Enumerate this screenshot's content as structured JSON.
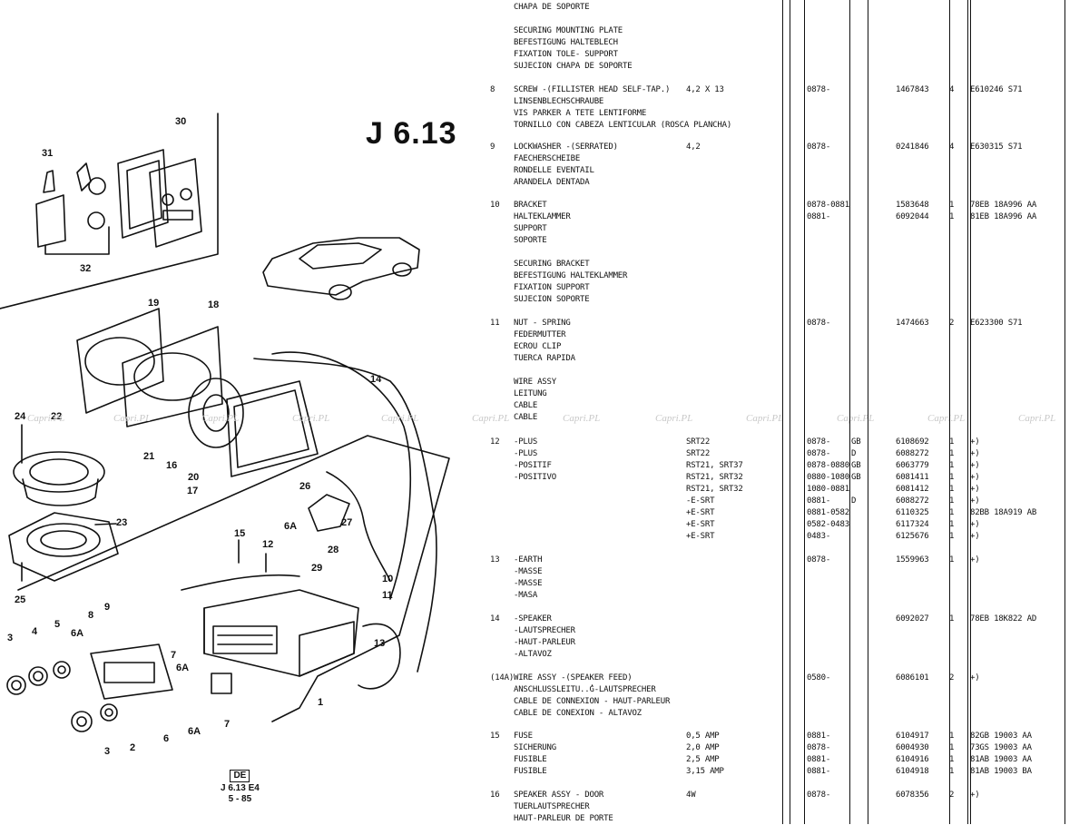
{
  "heading": "J 6.13",
  "callouts": [
    "30",
    "31",
    "32",
    "19",
    "18",
    "14",
    "24",
    "22",
    "21",
    "16",
    "20",
    "17",
    "26",
    "27",
    "23",
    "15",
    "12",
    "6A",
    "28",
    "29",
    "25",
    "10",
    "11",
    "9",
    "8",
    "5",
    "4",
    "3",
    "6A",
    "7",
    "13",
    "6A",
    "1",
    "7",
    "6A",
    "2",
    "6",
    "3"
  ],
  "reference": {
    "box": "DE",
    "line1": "J 6.13  E4",
    "line2": "5 - 85"
  },
  "watermark": "Capri.PL",
  "parts": [
    {
      "no": "",
      "desc": [
        "CHAPA DE SOPORTE",
        "",
        "SECURING MOUNTING PLATE",
        "BEFESTIGUNG HALTEBLECH",
        "FIXATION TOLE- SUPPORT",
        "SUJECION CHAPA DE SOPORTE"
      ],
      "spec": [],
      "date": [],
      "ctry": [],
      "part": [],
      "qty": [],
      "eng": []
    },
    {
      "no": "8",
      "desc": [
        "   SCREW -(FILLISTER HEAD SELF-TAP.)",
        "   LINSENBLECHSCHRAUBE",
        "   VIS PARKER A TETE LENTIFORME",
        "   TORNILLO CON CABEZA LENTICULAR (ROSCA PLANCHA)"
      ],
      "spec": [
        "4,2 X 13"
      ],
      "date": [
        "0878-"
      ],
      "ctry": [],
      "part": [
        "1467843"
      ],
      "qty": [
        "4"
      ],
      "eng": [
        "E610246 S71"
      ]
    },
    {
      "no": "9",
      "desc": [
        "   LOCKWASHER -(SERRATED)",
        "   FAECHERSCHEIBE",
        "   RONDELLE EVENTAIL",
        "   ARANDELA DENTADA"
      ],
      "spec": [
        "4,2"
      ],
      "date": [
        "0878-"
      ],
      "ctry": [],
      "part": [
        "0241846"
      ],
      "qty": [
        "4"
      ],
      "eng": [
        "E630315 S71"
      ]
    },
    {
      "no": "10",
      "desc": [
        "BRACKET",
        "HALTEKLAMMER",
        "SUPPORT",
        "SOPORTE",
        "",
        "SECURING BRACKET",
        "BEFESTIGUNG HALTEKLAMMER",
        "FIXATION SUPPORT",
        "SUJECION SOPORTE"
      ],
      "spec": [],
      "date": [
        "0878-0881",
        "0881-"
      ],
      "ctry": [],
      "part": [
        "1583648",
        "6092044"
      ],
      "qty": [
        "1",
        "1"
      ],
      "eng": [
        "78EB 18A996 AA",
        "81EB 18A996 AA"
      ]
    },
    {
      "no": "11",
      "desc": [
        "   NUT - SPRING",
        "   FEDERMUTTER",
        "   ECROU CLIP",
        "   TUERCA RAPIDA",
        "",
        "WIRE ASSY",
        "LEITUNG",
        "CABLE",
        "CABLE"
      ],
      "spec": [],
      "date": [
        "0878-"
      ],
      "ctry": [],
      "part": [
        "1474663"
      ],
      "qty": [
        "2"
      ],
      "eng": [
        "E623300 S71"
      ]
    },
    {
      "no": "12",
      "desc": [
        "   -PLUS",
        "   -PLUS",
        "   -POSITIF",
        "   -POSITIVO"
      ],
      "spec": [
        "SRT22",
        "SRT22",
        "RST21, SRT37",
        "RST21, SRT32",
        "RST21, SRT32",
        "   -E-SRT",
        "   +E-SRT",
        "   +E-SRT",
        "   +E-SRT"
      ],
      "date": [
        "0878-",
        "0878-",
        "0878-0880",
        "0880-1080",
        "1080-0881",
        "0881-",
        "0881-0582",
        "0582-0483",
        "0483-"
      ],
      "ctry": [
        "GB",
        "D",
        "GB",
        "GB",
        "",
        "D"
      ],
      "part": [
        "6108692",
        "6088272",
        "6063779",
        "6081411",
        "6081412",
        "6088272",
        "6110325",
        "6117324",
        "6125676"
      ],
      "qty": [
        "1",
        "1",
        "1",
        "1",
        "1",
        "1",
        "1",
        "1",
        "1"
      ],
      "eng": [
        "+)",
        "+)",
        "+)",
        "+)",
        "+)",
        "+)",
        "82BB 18A919 AB",
        "+)",
        "+)"
      ]
    },
    {
      "no": "13",
      "desc": [
        "   -EARTH",
        "   -MASSE",
        "   -MASSE",
        "   -MASA"
      ],
      "spec": [],
      "date": [
        "0878-"
      ],
      "ctry": [],
      "part": [
        "1559963"
      ],
      "qty": [
        "1"
      ],
      "eng": [
        "+)"
      ]
    },
    {
      "no": "14",
      "desc": [
        "   -SPEAKER",
        "   -LAUTSPRECHER",
        "   -HAUT-PARLEUR",
        "   -ALTAVOZ"
      ],
      "spec": [],
      "date": [],
      "ctry": [],
      "part": [
        "6092027"
      ],
      "qty": [
        "1"
      ],
      "eng": [
        "78EB 18K822 AD"
      ]
    },
    {
      "no": "(14A)",
      "desc": [
        "WIRE ASSY -(SPEAKER FEED)",
        "ANSCHLUSSLEITU..̔G-LAUTSPRECHER",
        "CABLE DE CONNEXION - HAUT-PARLEUR",
        "CABLE DE CONEXION - ALTAVOZ"
      ],
      "spec": [],
      "date": [
        "0580-"
      ],
      "ctry": [],
      "part": [
        "6086101"
      ],
      "qty": [
        "2"
      ],
      "eng": [
        "+)"
      ]
    },
    {
      "no": "15",
      "desc": [
        "FUSE",
        "SICHERUNG",
        "FUSIBLE",
        "FUSIBLE"
      ],
      "spec": [
        "0,5 AMP",
        "2,0 AMP",
        "2,5 AMP",
        "3,15 AMP"
      ],
      "date": [
        "0881-",
        "0878-",
        "0881-",
        "0881-"
      ],
      "ctry": [],
      "part": [
        "6104917",
        "6004930",
        "6104916",
        "6104918"
      ],
      "qty": [
        "1",
        "1",
        "1",
        "1"
      ],
      "eng": [
        "82GB 19003 AA",
        "73GS 19003 AA",
        "81AB 19003 AA",
        "81AB 19003 BA"
      ]
    },
    {
      "no": "16",
      "desc": [
        "SPEAKER ASSY - DOOR",
        "TUERLAUTSPRECHER",
        "HAUT-PARLEUR DE PORTE"
      ],
      "spec": [
        "4W"
      ],
      "date": [
        "0878-"
      ],
      "ctry": [],
      "part": [
        "6078356"
      ],
      "qty": [
        "2"
      ],
      "eng": [
        "+)"
      ]
    }
  ]
}
